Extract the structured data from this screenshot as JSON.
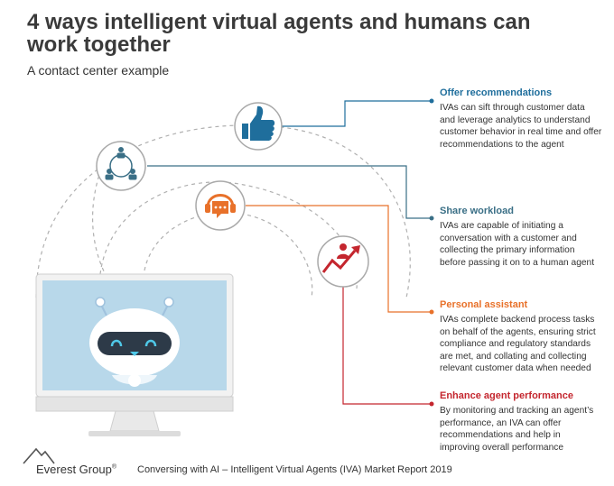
{
  "title": "4 ways intelligent virtual agents and humans can work together",
  "subtitle": "A contact center example",
  "colors": {
    "blue": "#1f6e9c",
    "teal": "#3a6f86",
    "orange": "#e8712a",
    "red": "#c4262e",
    "gray": "#a9a9a9"
  },
  "blocks": [
    {
      "heading": "Offer recommendations",
      "text": "IVAs can sift through customer data and leverage analytics to understand customer behavior in real time and offer recommendations to the agent",
      "color": "#1f6e9c",
      "icon": "thumbs-up-icon"
    },
    {
      "heading": "Share workload",
      "text": "IVAs are capable of initiating a conversation with a customer and collecting the primary information before passing it on to a human agent",
      "color": "#3a6f86",
      "icon": "people-network-icon"
    },
    {
      "heading": "Personal assistant",
      "text": "IVAs complete backend process tasks on behalf of the agents, ensuring strict compliance and regulatory standards are met, and collating and collecting relevant customer data when needed",
      "color": "#e8712a",
      "icon": "headset-chat-icon"
    },
    {
      "heading": "Enhance agent performance",
      "text": "By monitoring and tracking an agent’s performance, an IVA can offer recommendations and help in improving overall performance",
      "color": "#c4262e",
      "icon": "growth-arrow-icon"
    }
  ],
  "footer": {
    "brand": "Everest Group",
    "registered": "®",
    "report": "Conversing with AI – Intelligent Virtual Agents (IVA) Market Report 2019"
  }
}
